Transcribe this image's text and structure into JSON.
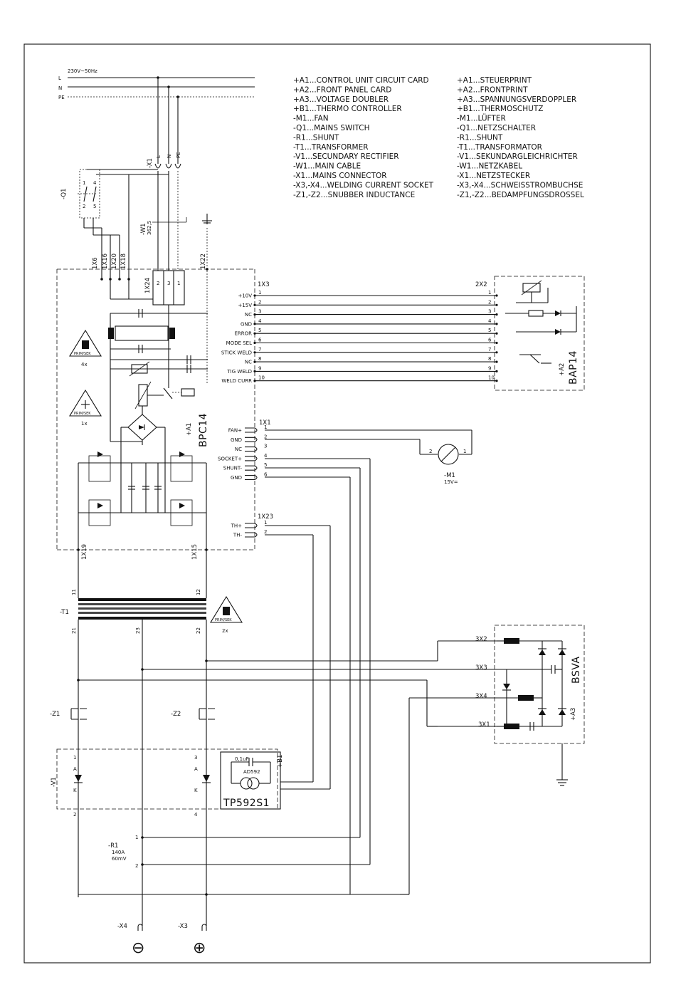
{
  "mains": {
    "supply": "230V~50Hz",
    "line_l": "L",
    "line_n": "N",
    "line_pe": "PE"
  },
  "legend_en": [
    "+A1...CONTROL UNIT CIRCUIT CARD",
    "+A2...FRONT PANEL CARD",
    "+A3...VOLTAGE DOUBLER",
    "+B1...THERMO CONTROLLER",
    "-M1...FAN",
    "-Q1...MAINS SWITCH",
    "-R1...SHUNT",
    "-T1...TRANSFORMER",
    "-V1...SECUNDARY RECTIFIER",
    "-W1...MAIN CABLE",
    "-X1...MAINS CONNECTOR",
    "-X3,-X4...WELDING CURRENT SOCKET",
    "-Z1,-Z2...SNUBBER INDUCTANCE"
  ],
  "legend_de": [
    "+A1...STEUERPRINT",
    "+A2...FRONTPRINT",
    "+A3...SPANNUNGSVERDOPPLER",
    "+B1...THERMOSCHUTZ",
    "-M1...LÜFTER",
    "-Q1...NETZSCHALTER",
    "-R1...SHUNT",
    "-T1...TRANSFORMATOR",
    "-V1...SEKUNDARGLEICHRICHTER",
    "-W1...NETZKABEL",
    "-X1...NETZSTECKER",
    "-X3,-X4...SCHWEISSTROMBUCHSE",
    "-Z1,-Z2...BEDAMPFUNGSDROSSEL"
  ],
  "components": {
    "q1": "-Q1",
    "q1_pin1": "1",
    "q1_pin2": "2",
    "q1_pin4": "4",
    "q1_pin5": "5",
    "x1": "-X1",
    "x1_l": "L",
    "x1_n": "N",
    "x1_pe": "PE",
    "w1": "-W1",
    "w1_type": "362,5",
    "a1": "+A1",
    "a1_board": "BPC14",
    "a2": "+A2",
    "a2_board": "BAP14",
    "a3": "+A3",
    "a3_board": "BSVA",
    "t1": "-T1",
    "m1": "-M1",
    "m1_rating": "15V=",
    "m1_pin1": "1",
    "m1_pin2": "2",
    "z1": "-Z1",
    "z2": "-Z2",
    "v1": "-V1",
    "r1": "-R1",
    "r1_rating_a": "140A",
    "r1_rating_b": "60mV",
    "r1_pin1": "1",
    "r1_pin2": "2",
    "b1": "+B1",
    "b1_cap": "0,1uF",
    "b1_sensor": "AD592",
    "b1_board": "TP592S1",
    "x3": "-X3",
    "x4": "-X4",
    "minus": "⊖",
    "plus": "⊕"
  },
  "terminals": {
    "x6": "1X6",
    "x16": "1X16",
    "x20": "1X20",
    "x18": "1X18",
    "x22": "1X22",
    "x24": "1X24",
    "x24_pin2": "2",
    "x24_pin3": "3",
    "x24_pin1": "1",
    "x19": "1X19",
    "x15": "1X15",
    "x3_hdr": "1X3",
    "x2_hdr": "2X2",
    "x1_hdr": "1X1",
    "x23_hdr": "1X23",
    "bsva_2": "3X2",
    "bsva_3": "3X3",
    "bsva_4": "3X4",
    "bsva_1": "3X1"
  },
  "connector_1x3": [
    {
      "name": "+10V",
      "pin": "1"
    },
    {
      "name": "+15V",
      "pin": "2"
    },
    {
      "name": "NC",
      "pin": "3"
    },
    {
      "name": "GND",
      "pin": "4"
    },
    {
      "name": "ERROR",
      "pin": "5"
    },
    {
      "name": "MODE SEL",
      "pin": "6"
    },
    {
      "name": "STICK WELD",
      "pin": "7"
    },
    {
      "name": "NC",
      "pin": "8"
    },
    {
      "name": "TIG WELD",
      "pin": "9"
    },
    {
      "name": "WELD CURR",
      "pin": "10"
    }
  ],
  "connector_1x1": [
    {
      "name": "FAN+",
      "pin": "1"
    },
    {
      "name": "GND",
      "pin": "2"
    },
    {
      "name": "NC",
      "pin": "3"
    },
    {
      "name": "SOCKET+",
      "pin": "4"
    },
    {
      "name": "SHUNT-",
      "pin": "5"
    },
    {
      "name": "GND",
      "pin": "6"
    }
  ],
  "connector_1x23": [
    {
      "name": "TH+",
      "pin": "1"
    },
    {
      "name": "TH-",
      "pin": "2"
    }
  ],
  "transformer_pins": {
    "p11": "11",
    "p12": "12",
    "p21": "21",
    "p23": "23",
    "p22": "22"
  },
  "rectifier_pins": {
    "a": "A",
    "k": "K",
    "p1": "1",
    "p2": "2",
    "p3": "3",
    "p4": "4"
  },
  "badges": {
    "text": "PRIM/SEK",
    "count_4x": "4x",
    "count_1x": "1x",
    "count_2x": "2x"
  }
}
